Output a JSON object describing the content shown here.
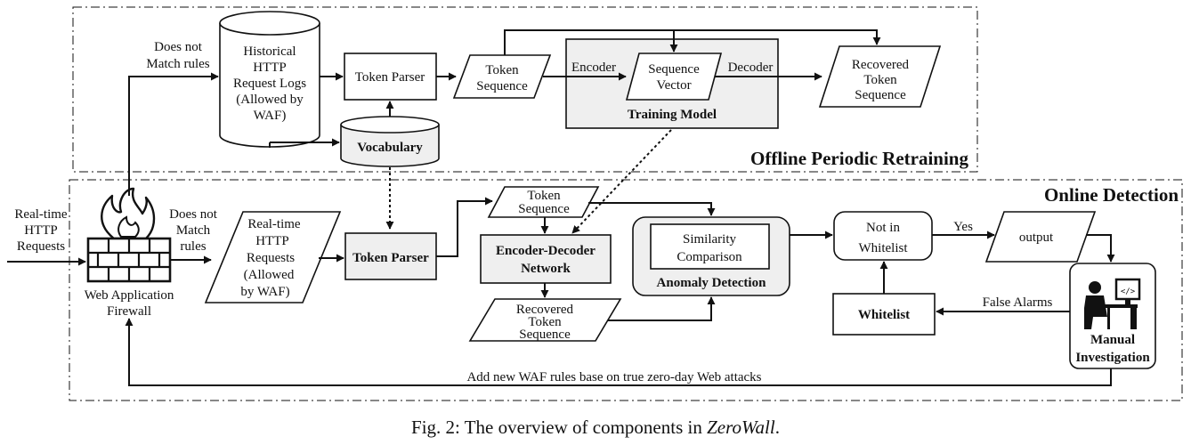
{
  "regions": {
    "offline": "Offline Periodic Retraining",
    "online": "Online Detection"
  },
  "input": [
    "Real-time",
    "HTTP",
    "Requests"
  ],
  "waf": [
    "Web Application",
    "Firewall"
  ],
  "offline": {
    "does_not_match": [
      "Does not",
      "Match rules"
    ],
    "logs": [
      "Historical",
      "HTTP",
      "Request Logs",
      "(Allowed by",
      "WAF)"
    ],
    "token_parser": "Token Parser",
    "vocabulary": "Vocabulary",
    "token_sequence": [
      "Token",
      "Sequence"
    ],
    "encoder": "Encoder",
    "sequence_vector": [
      "Sequence",
      "Vector"
    ],
    "decoder": "Decoder",
    "training_model": "Training Model",
    "recovered": [
      "Recovered",
      "Token",
      "Sequence"
    ]
  },
  "online": {
    "does_not_match": [
      "Does not",
      "Match",
      "rules"
    ],
    "requests": [
      "Real-time",
      "HTTP",
      "Requests",
      "(Allowed",
      "by WAF)"
    ],
    "token_parser": "Token Parser",
    "token_sequence": [
      "Token",
      "Sequence"
    ],
    "network": [
      "Encoder-Decoder",
      "Network"
    ],
    "recovered": [
      "Recovered",
      "Token",
      "Sequence"
    ],
    "similarity": [
      "Similarity",
      "Comparison"
    ],
    "anomaly": "Anomaly Detection",
    "not_whitelist": [
      "Not in",
      "Whitelist"
    ],
    "yes": "Yes",
    "output": "output",
    "whitelist": "Whitelist",
    "false_alarms": "False Alarms",
    "manual": [
      "Manual",
      "Investigation"
    ],
    "feedback": "Add new WAF rules base on true zero-day Web attacks"
  },
  "caption": {
    "prefix": "Fig. 2: The overview of components in ",
    "name": "ZeroWall",
    "suffix": "."
  }
}
